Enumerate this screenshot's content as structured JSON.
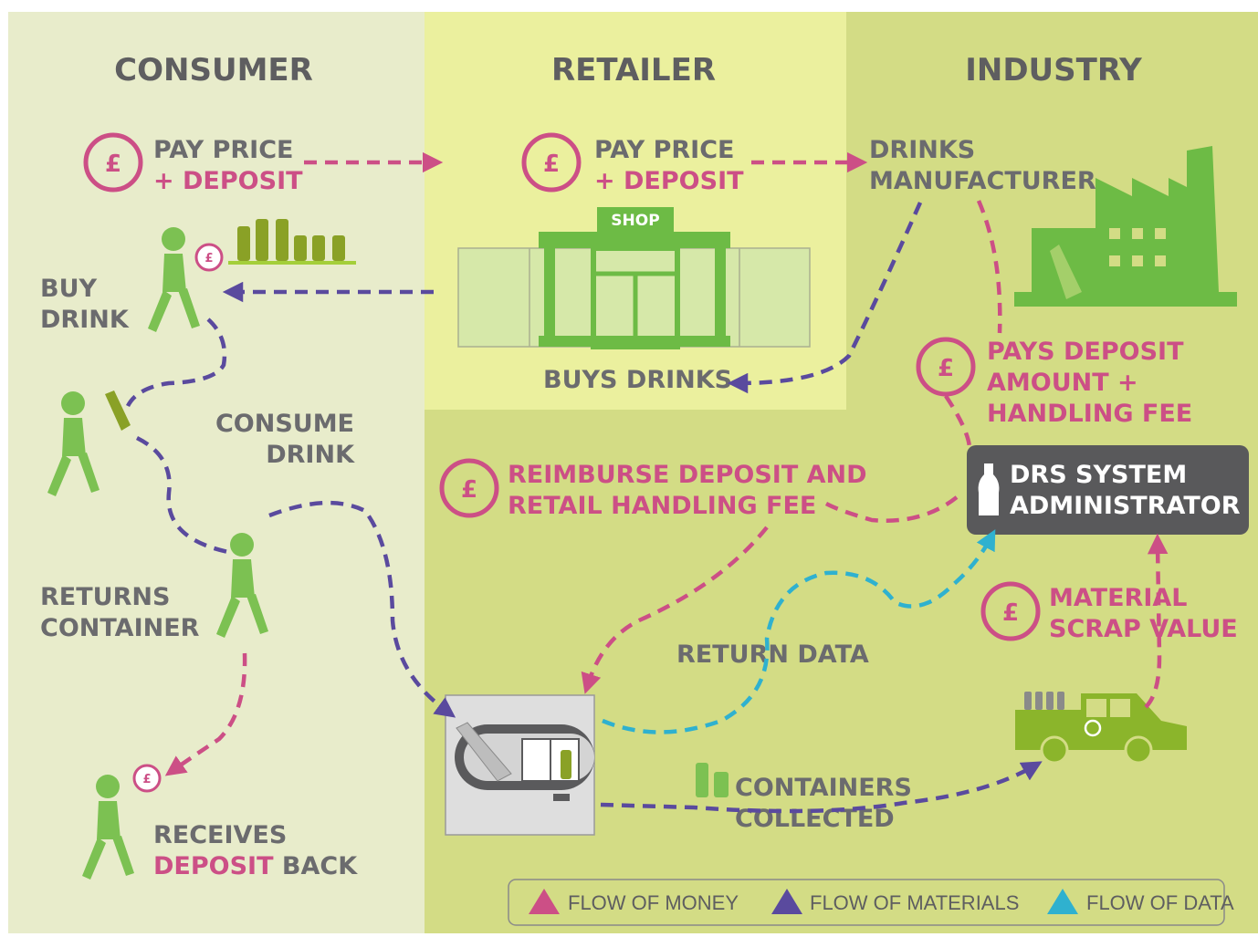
{
  "columns": {
    "consumer": "CONSUMER",
    "retailer": "RETAILER",
    "industry": "INDUSTRY"
  },
  "currency_symbol": "£",
  "consumer": {
    "pay_line1": "PAY PRICE",
    "pay_line2": "+ DEPOSIT",
    "buy_line1": "BUY",
    "buy_line2": "DRINK",
    "consume_line1": "CONSUME",
    "consume_line2": "DRINK",
    "returns_line1": "RETURNS",
    "returns_line2": "CONTAINER",
    "receives_line1": "RECEIVES",
    "receives_deposit": "DEPOSIT",
    "receives_back": " BACK"
  },
  "retailer": {
    "pay_line1": "PAY PRICE",
    "pay_line2": "+ DEPOSIT",
    "shop_sign": "SHOP",
    "buys_drinks": "BUYS DRINKS"
  },
  "industry": {
    "manufacturer_line1": "DRINKS",
    "manufacturer_line2": "MANUFACTURER",
    "pays_line1": "PAYS DEPOSIT",
    "pays_line2": "AMOUNT +",
    "pays_line3": "HANDLING FEE",
    "admin_line1": "DRS SYSTEM",
    "admin_line2": "ADMINISTRATOR",
    "scrap_line1": "MATERIAL",
    "scrap_line2": "SCRAP VALUE"
  },
  "center": {
    "reimburse_line1": "REIMBURSE DEPOSIT AND",
    "reimburse_line2": "RETAIL HANDLING FEE",
    "return_data": "RETURN DATA",
    "collected_line1": "CONTAINERS",
    "collected_line2": "COLLECTED"
  },
  "legend": {
    "money": "FLOW OF MONEY",
    "materials": "FLOW OF MATERIALS",
    "data": "FLOW OF DATA"
  },
  "colors": {
    "money": "#cc4f86",
    "materials": "#5a4a9e",
    "data": "#2fb1cf",
    "consumer_bg": "#e8eccb",
    "retailer_bg": "#ebf09e",
    "industry_bg": "#d3dc85",
    "brand_green": "#7cc152"
  }
}
